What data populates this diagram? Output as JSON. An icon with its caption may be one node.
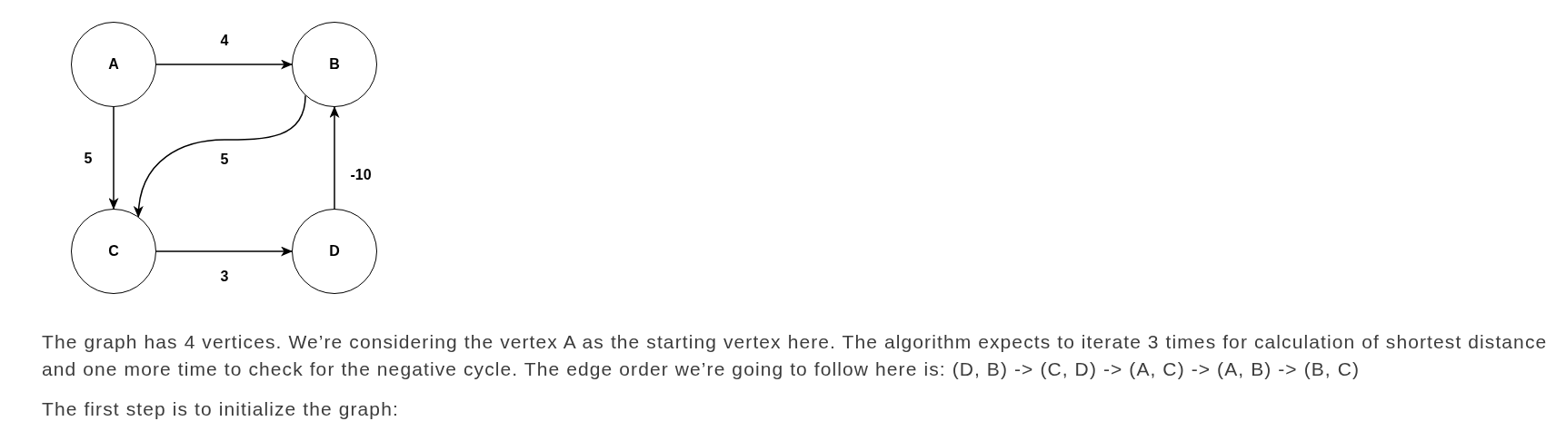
{
  "diagram": {
    "nodes": [
      {
        "text": [
          "A"
        ]
      },
      {
        "text": [
          "B"
        ]
      },
      {
        "text": [
          "C"
        ]
      },
      {
        "text": [
          "D"
        ]
      }
    ],
    "edges": [
      {
        "from": 0,
        "to": 1,
        "arrow": "to",
        "label": "4"
      },
      {
        "from": 0,
        "to": 2,
        "arrow": "to",
        "label": "5"
      },
      {
        "from": 1,
        "to": 2,
        "arrow": "to",
        "label": "5"
      },
      {
        "from": 3,
        "to": 1,
        "arrow": "to",
        "label": "-10"
      },
      {
        "from": 2,
        "to": 3,
        "arrow": "to",
        "label": "3"
      }
    ],
    "labels": [
      "The graph has 4 vertices. We’re considering the vertex A as the starting vertex here. The algorithm expects to iterate 3 times for calculation of shortest distance and one more time to check for the negative cycle. The edge order we’re going to follow here is: (D, B) -> (C, D) -> (A, C) -> (A, B) -> (B, C)",
      "The first step is to initialize the graph:"
    ]
  }
}
